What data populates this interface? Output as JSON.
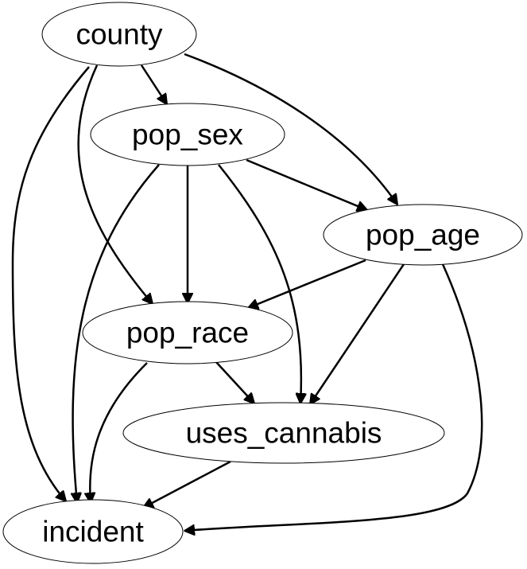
{
  "nodes": {
    "county": "county",
    "pop_sex": "pop_sex",
    "pop_age": "pop_age",
    "pop_race": "pop_race",
    "uses_cannabis": "uses_cannabis",
    "incident": "incident"
  },
  "edges": [
    {
      "from": "county",
      "to": "pop_sex"
    },
    {
      "from": "county",
      "to": "pop_age"
    },
    {
      "from": "county",
      "to": "pop_race"
    },
    {
      "from": "county",
      "to": "incident"
    },
    {
      "from": "pop_sex",
      "to": "pop_age"
    },
    {
      "from": "pop_sex",
      "to": "pop_race"
    },
    {
      "from": "pop_sex",
      "to": "uses_cannabis"
    },
    {
      "from": "pop_sex",
      "to": "incident"
    },
    {
      "from": "pop_age",
      "to": "pop_race"
    },
    {
      "from": "pop_age",
      "to": "uses_cannabis"
    },
    {
      "from": "pop_age",
      "to": "incident"
    },
    {
      "from": "pop_race",
      "to": "uses_cannabis"
    },
    {
      "from": "pop_race",
      "to": "incident"
    },
    {
      "from": "uses_cannabis",
      "to": "incident"
    }
  ]
}
